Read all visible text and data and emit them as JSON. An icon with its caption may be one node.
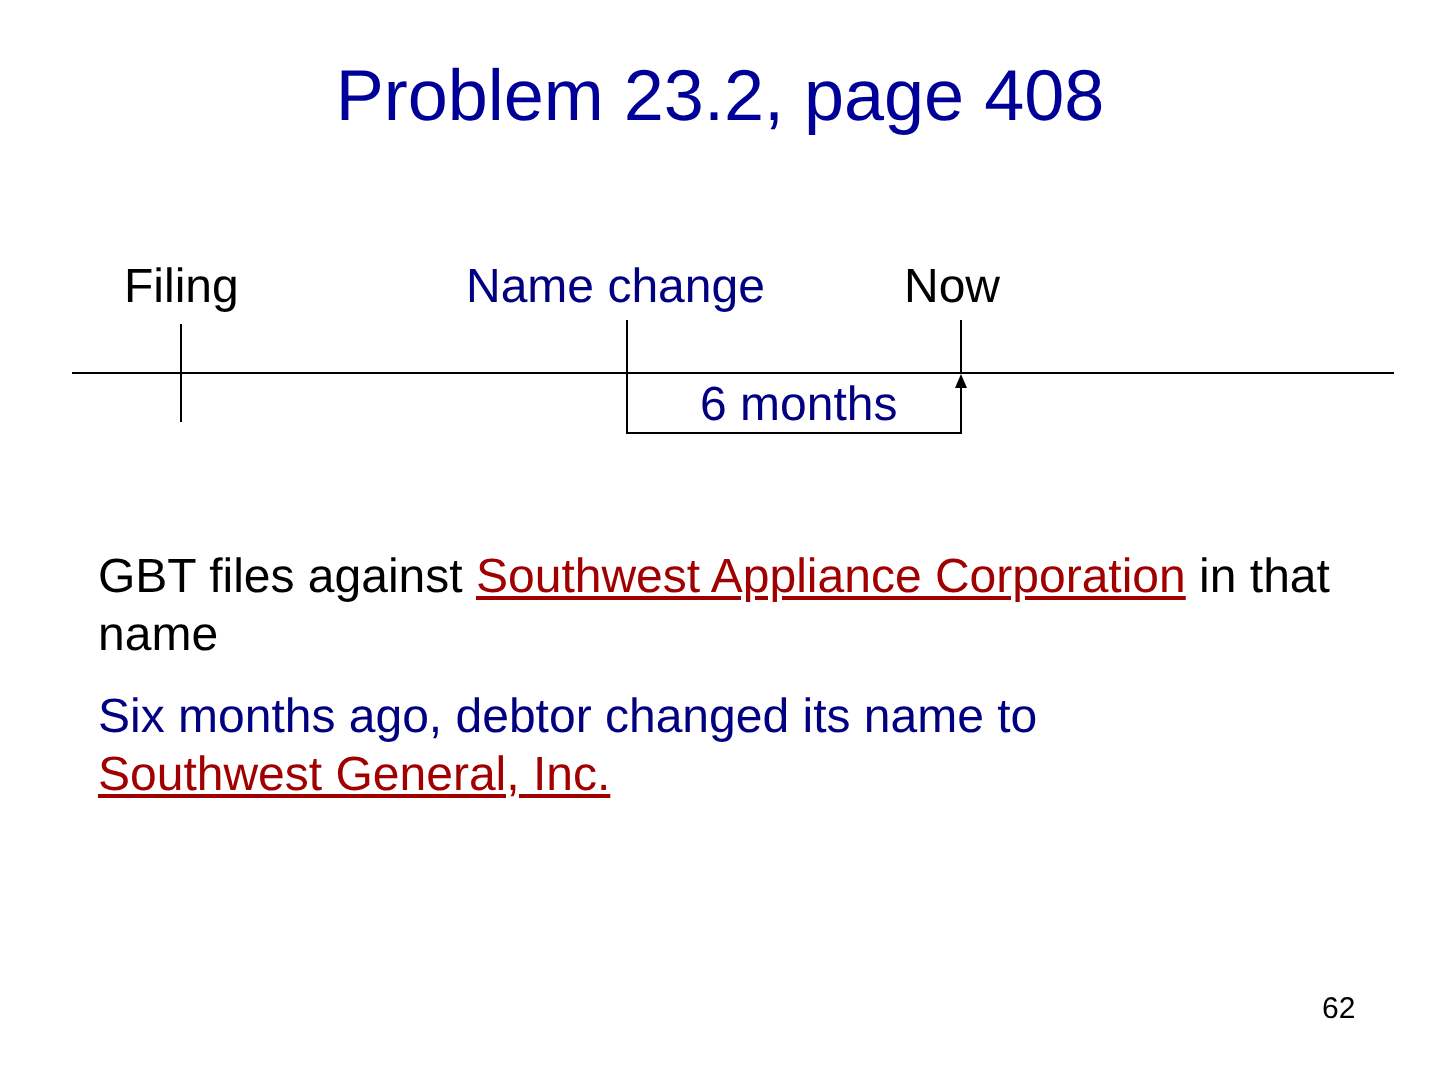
{
  "diagram": {
    "title": "Problem 23.2, page 408",
    "labels": [
      "Filing",
      "Name change",
      "Now",
      "6 months",
      "GBT files against",
      "Southwest Appliance Corporation",
      "in that name",
      "Six months ago, debtor changed its name to",
      "Southwest General, Inc.",
      "62"
    ]
  }
}
